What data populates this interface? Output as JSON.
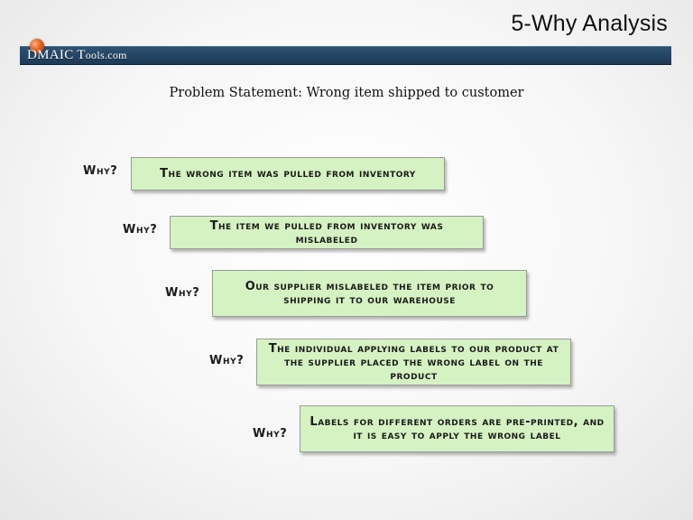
{
  "slide": {
    "title": "5-Why Analysis",
    "logo": {
      "main": "DMAIC T",
      "small": "ools.com"
    },
    "problem_statement": "Problem Statement:  Wrong item shipped to customer"
  },
  "whys": [
    {
      "label": "Why?",
      "answer": "The wrong item was pulled from inventory"
    },
    {
      "label": "Why?",
      "answer": "The item we pulled from inventory was mislabeled"
    },
    {
      "label": "Why?",
      "answer": "Our supplier mislabeled the item prior to shipping it to our warehouse"
    },
    {
      "label": "Why?",
      "answer": "The individual applying labels to our product at the supplier placed the wrong label on the product"
    },
    {
      "label": "Why?",
      "answer": "Labels for different orders are pre-printed, and it is easy to apply the wrong label"
    }
  ],
  "colors": {
    "header_bar": "#1d3a57",
    "answer_box": "#d5f2c2",
    "logo_globe": "#e0631d"
  },
  "icons": {
    "logo": "globe-icon"
  }
}
